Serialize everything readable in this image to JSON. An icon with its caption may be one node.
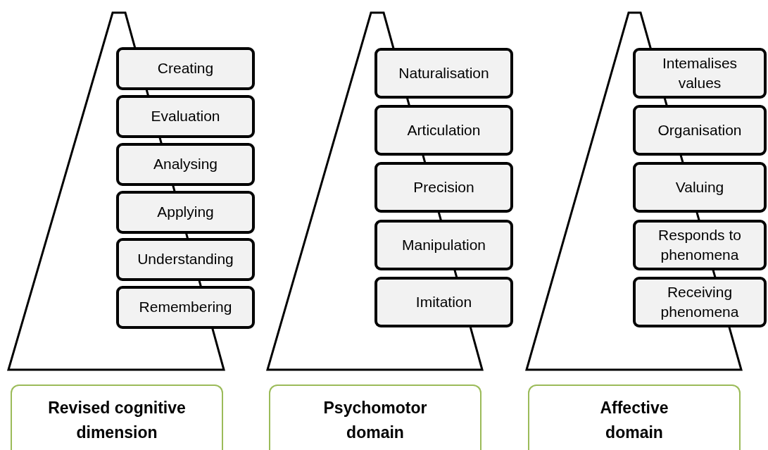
{
  "diagram": {
    "nodes": [
      {
        "text": [
          "Creating"
        ]
      },
      {
        "text": [
          "Evaluation"
        ]
      },
      {
        "text": [
          "Analysing"
        ]
      },
      {
        "text": [
          "Applying"
        ]
      },
      {
        "text": [
          "Understanding"
        ]
      },
      {
        "text": [
          "Remembering"
        ]
      },
      {
        "text": [
          "Naturalisation"
        ]
      },
      {
        "text": [
          "Articulation"
        ]
      },
      {
        "text": [
          "Precision"
        ]
      },
      {
        "text": [
          "Manipulation"
        ]
      },
      {
        "text": [
          "Imitation"
        ]
      },
      {
        "text": [
          "Intemalises values"
        ]
      },
      {
        "text": [
          "Organisation"
        ]
      },
      {
        "text": [
          "Valuing"
        ]
      },
      {
        "text": [
          "Responds to phenomena"
        ]
      },
      {
        "text": [
          "Receiving phenomena"
        ]
      },
      {
        "text": [
          "Revised cognitive dimension"
        ]
      },
      {
        "text": [
          "Psychomotor domain"
        ]
      },
      {
        "text": [
          "Affective domain"
        ]
      },
      {
        "text": [],
        "shape": "triangle"
      },
      {
        "text": [],
        "shape": "triangle"
      },
      {
        "text": [],
        "shape": "triangle"
      }
    ]
  }
}
